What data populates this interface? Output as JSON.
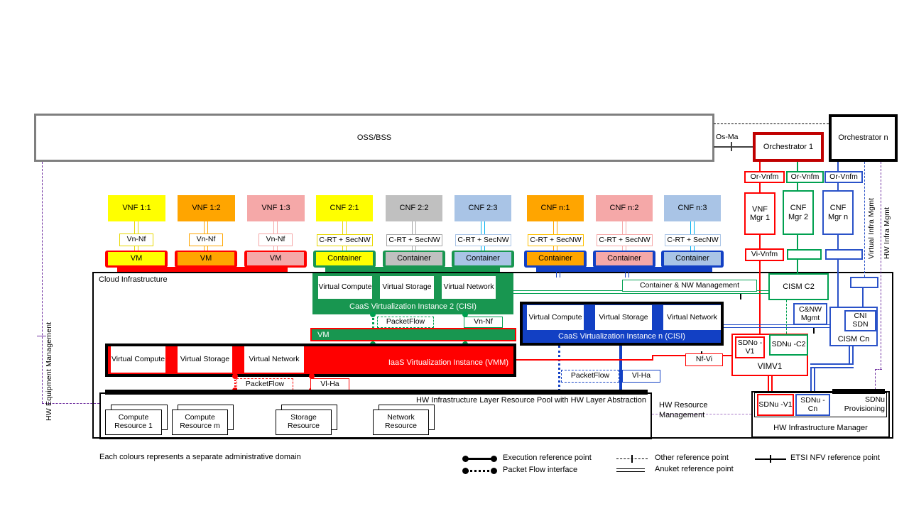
{
  "palette": {
    "yellow": "#FFFF00",
    "orange": "#FFA500",
    "pink": "#F5A8A8",
    "gray": "#C0C0C0",
    "light_blue": "#A9C4E6",
    "domain_green": "#189650",
    "domain_blue": "#1240C4",
    "domain_red": "#FF0000",
    "outline_green": "#00A050",
    "outline_blue": "#2A52C8",
    "orchestrator1_border": "#C00000",
    "purple": "#7030A0",
    "cyan": "#00B0F0",
    "oss_border": "#7F7F7F"
  },
  "oss": {
    "label": "OSS/BSS"
  },
  "orchestration": {
    "os_ma": "Os-Ma",
    "orchestrator_1": "Orchestrator 1",
    "orchestrator_n": "Orchestrator n",
    "or_vnfm_1": "Or-Vnfm",
    "or_vnfm_2": "Or-Vnfm",
    "or_vnfm_n": "Or-Vnfm",
    "vnf_mgr_1": "VNF Mgr 1",
    "cnf_mgr_2": "CNF Mgr 2",
    "cnf_mgr_n": "CNF Mgr n",
    "vi_vnfm": "Vi-Vnfm",
    "virtual_infra_mgmt": "Virtual Infra Mgmt",
    "hw_infra_mgmt": "HW Infra Mgmt"
  },
  "left": {
    "hw_equipment_mgmt": "HW Equipment Management"
  },
  "nf_row": [
    {
      "label": "VNF 1:1",
      "iface": "Vn-Nf",
      "host": "VM"
    },
    {
      "label": "VNF 1:2",
      "iface": "Vn-Nf",
      "host": "VM"
    },
    {
      "label": "VNF 1:3",
      "iface": "Vn-Nf",
      "host": "VM"
    },
    {
      "label": "CNF 2:1",
      "iface": "C-RT + SecNW",
      "host": "Container"
    },
    {
      "label": "CNF 2:2",
      "iface": "C-RT + SecNW",
      "host": "Container"
    },
    {
      "label": "CNF 2:3",
      "iface": "C-RT + SecNW",
      "host": "Container"
    },
    {
      "label": "CNF n:1",
      "iface": "C-RT + SecNW",
      "host": "Container"
    },
    {
      "label": "CNF n:2",
      "iface": "C-RT + SecNW",
      "host": "Container"
    },
    {
      "label": "CNF n:3",
      "iface": "C-RT + SecNW",
      "host": "Container"
    }
  ],
  "cloud": {
    "title": "Cloud Infrastructure",
    "caas2": {
      "compute": "Virtual Compute",
      "storage": "Virtual Storage",
      "network": "Virtual Network",
      "label": "CaaS Virtualization Instance 2 (CISI)",
      "packetflow": "PacketFlow",
      "vn_nf": "Vn-Nf"
    },
    "vm_bar": "VM",
    "iaas": {
      "compute": "Virtual Compute",
      "storage": "Virtual Storage",
      "network": "Virtual Network",
      "label": "IaaS Virtualization Instance (VMM)",
      "packetflow": "PacketFlow",
      "vl_ha": "Vl-Ha"
    },
    "caasn": {
      "compute": "Virtual Compute",
      "storage": "Virtual Storage",
      "network": "Virtual Network",
      "label": "CaaS Virtualization Instance n (CISI)",
      "packetflow": "PacketFlow",
      "vl_ha": "Vl-Ha"
    },
    "container_nw_mgmt": "Container & NW Management",
    "pool_label": "HW Infrastructure Layer Resource Pool with HW Layer Abstraction",
    "resources": [
      "Compute Resource 1",
      "Compute Resource m",
      "Storage Resource",
      "Network Resource"
    ]
  },
  "mgmt": {
    "cism_c2": "CISM C2",
    "cnw_mgmt": "C&NW Mgmt",
    "cni_sdn": "CNI SDN",
    "cism_cn": "CISM Cn",
    "sdno_v1": "SDNo -V1",
    "sdnu_c2": "SDNu -C2",
    "vimv1": "VIMV1",
    "nf_vi": "Nf-Vi",
    "hw_resource_mgmt": "HW Resource Management",
    "sdnu_v1": "SDNu -V1",
    "sdnu_cn": "SDNu -Cn",
    "sdnu_provisioning": "SDNu Provisioning",
    "hw_infra_manager": "HW Infrastructure Manager"
  },
  "footer": {
    "note": "Each colours represents a separate administrative domain"
  },
  "legend": {
    "execution": "Execution reference point",
    "packet_flow": "Packet Flow interface",
    "other": "Other reference point",
    "anuket": "Anuket reference point",
    "etsi": "ETSI NFV reference point"
  }
}
